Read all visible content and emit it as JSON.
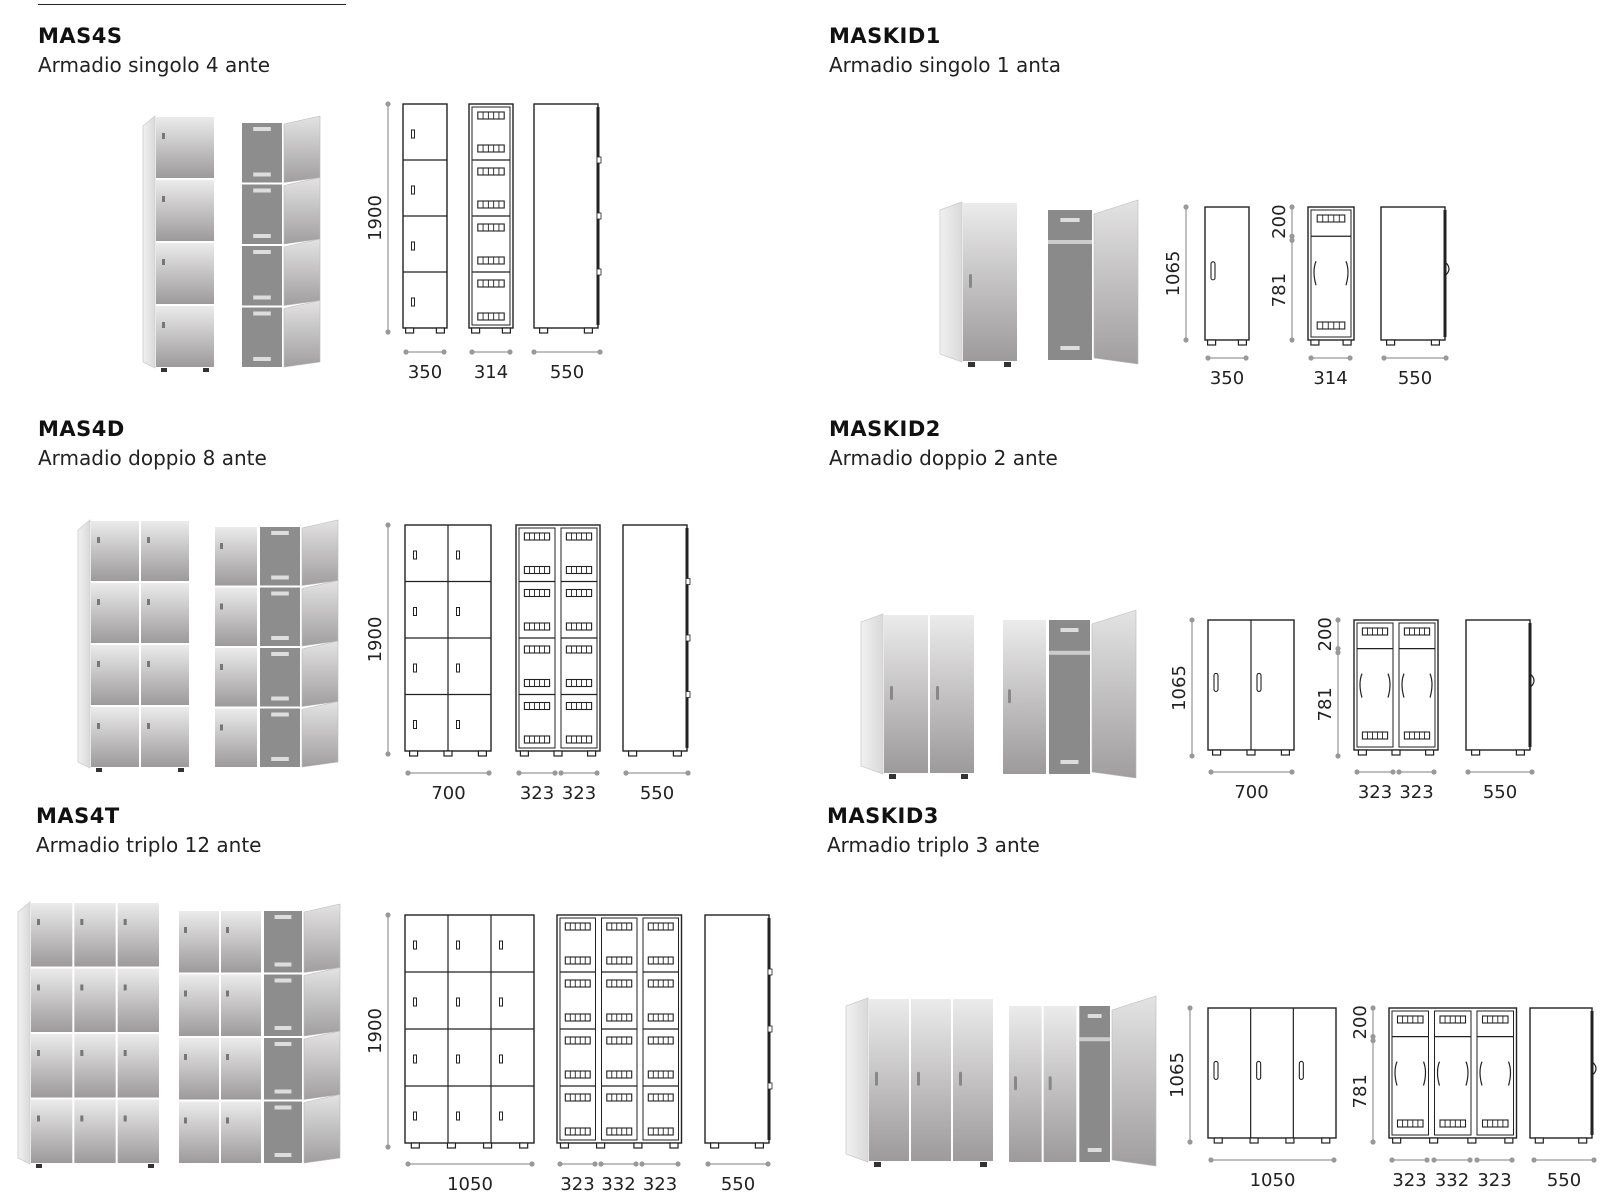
{
  "products": [
    {
      "id": "p1",
      "code": "MAS4S",
      "desc": "Armadio singolo 4 ante",
      "height_dim": "1900",
      "widths": [
        "350",
        "314",
        "550"
      ]
    },
    {
      "id": "p2",
      "code": "MASKID1",
      "desc": "Armadio singolo 1 anta",
      "height_dim": "1065",
      "inner_dims": [
        "200",
        "781"
      ],
      "widths": [
        "350",
        "314",
        "550"
      ]
    },
    {
      "id": "p3",
      "code": "MAS4D",
      "desc": "Armadio doppio 8 ante",
      "height_dim": "1900",
      "widths": [
        "700",
        "323",
        "323",
        "550"
      ]
    },
    {
      "id": "p4",
      "code": "MASKID2",
      "desc": "Armadio doppio 2 ante",
      "height_dim": "1065",
      "inner_dims": [
        "200",
        "781"
      ],
      "widths": [
        "700",
        "323",
        "323",
        "550"
      ]
    },
    {
      "id": "p5",
      "code": "MAS4T",
      "desc": "Armadio triplo 12 ante",
      "height_dim": "1900",
      "widths": [
        "1050",
        "323",
        "332",
        "323",
        "550"
      ]
    },
    {
      "id": "p6",
      "code": "MASKID3",
      "desc": "Armadio triplo 3 ante",
      "height_dim": "1065",
      "inner_dims": [
        "200",
        "781"
      ],
      "widths": [
        "1050",
        "323",
        "332",
        "323",
        "550"
      ]
    }
  ]
}
